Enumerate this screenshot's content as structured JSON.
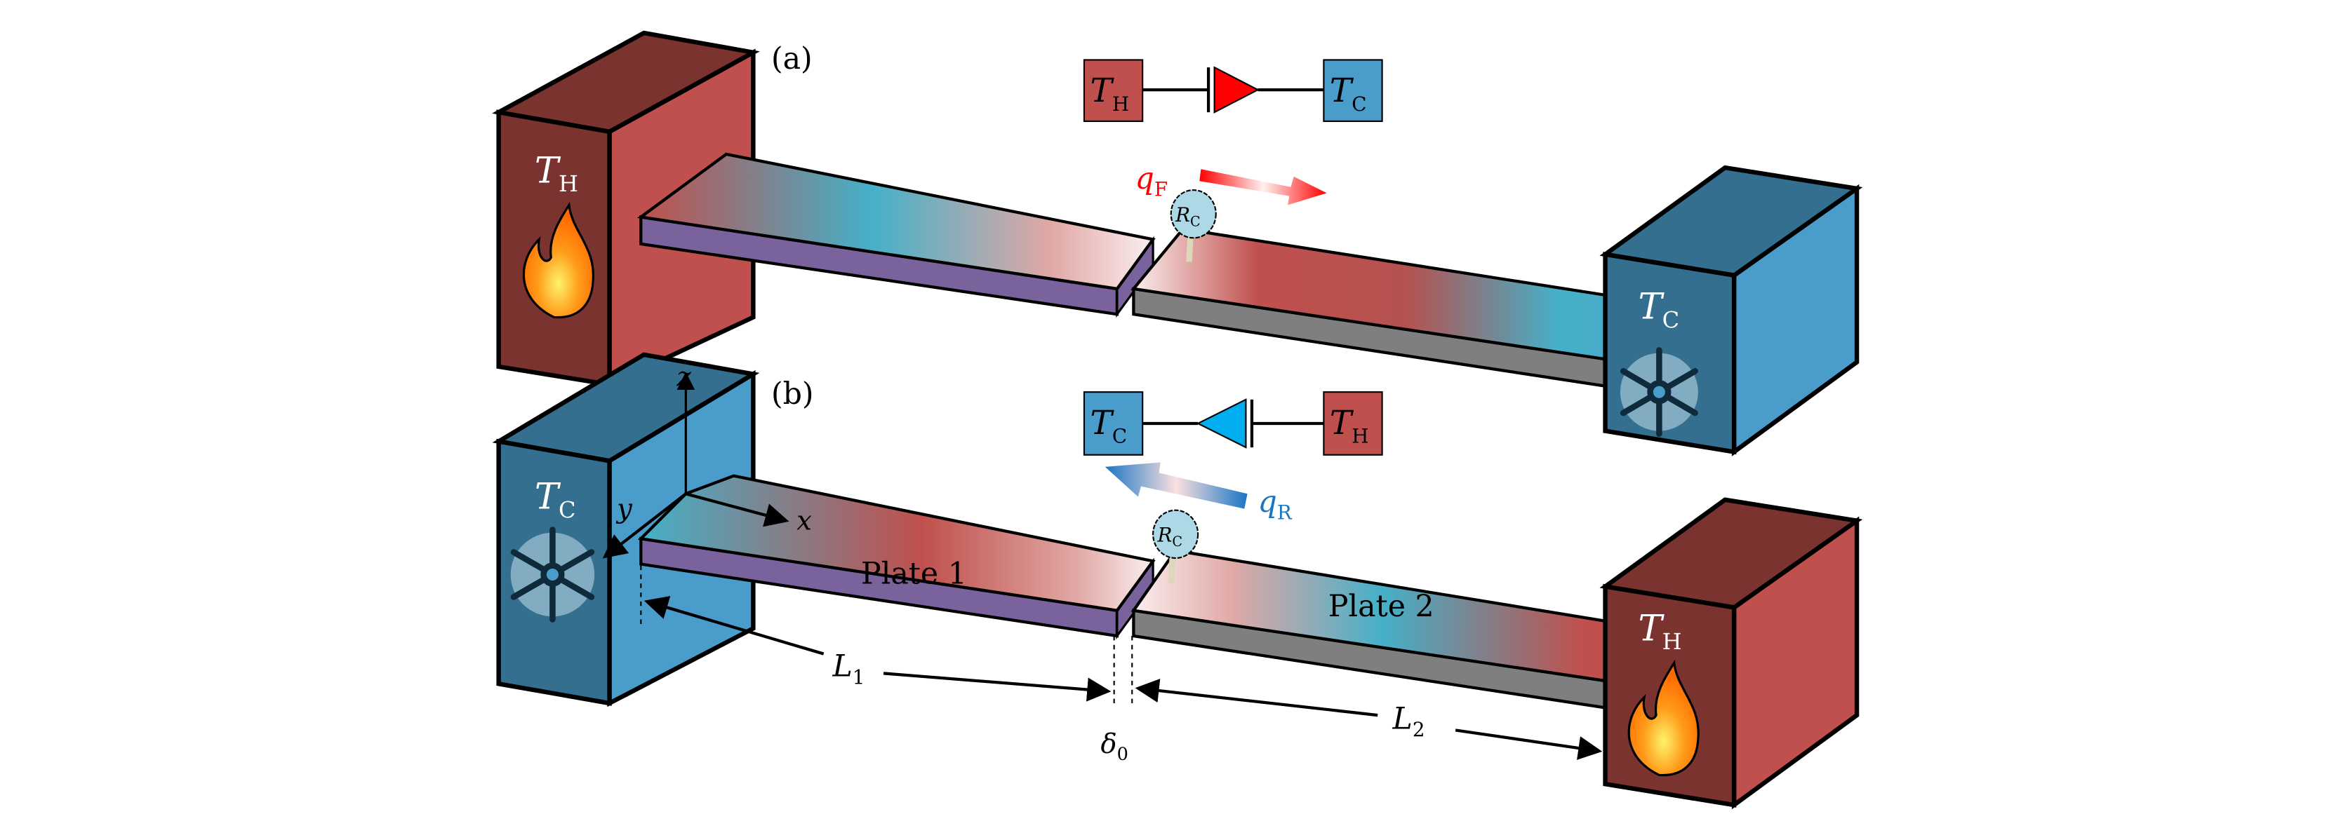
{
  "panels": {
    "a": {
      "label": "(a)",
      "left_block": {
        "T": "T",
        "sub": "H"
      },
      "right_block": {
        "T": "T",
        "sub": "C"
      },
      "circuit": {
        "left": {
          "T": "T",
          "sub": "H"
        },
        "right": {
          "T": "T",
          "sub": "C"
        },
        "diode_direction": "forward"
      },
      "flux": {
        "q": "q",
        "sub": "F"
      },
      "contact": {
        "R": "R",
        "sub": "C"
      }
    },
    "b": {
      "label": "(b)",
      "left_block": {
        "T": "T",
        "sub": "C"
      },
      "right_block": {
        "T": "T",
        "sub": "H"
      },
      "circuit": {
        "left": {
          "T": "T",
          "sub": "C"
        },
        "right": {
          "T": "T",
          "sub": "H"
        },
        "diode_direction": "reverse"
      },
      "flux": {
        "q": "q",
        "sub": "R"
      },
      "contact": {
        "R": "R",
        "sub": "C"
      },
      "plate1": "Plate 1",
      "plate2": "Plate 2",
      "axes": {
        "x": "x",
        "y": "y",
        "z": "z"
      },
      "dims": {
        "L1": "L",
        "L1_sub": "1",
        "L2": "L",
        "L2_sub": "2",
        "delta": "δ",
        "delta_sub": "0"
      }
    }
  },
  "colors": {
    "hot": "#c0504d",
    "hot_dark": "#7b3330",
    "cold": "#4a9ccb",
    "cold_dark": "#346f8f",
    "plate1_side": "#7a629c",
    "plate2_side": "#7f7f7f",
    "cyan": "#45b0c8",
    "flux_forward": "#ff0000",
    "flux_reverse": "#1a75c4",
    "diode_forward": "#ff0000",
    "diode_reverse": "#00aeef"
  }
}
